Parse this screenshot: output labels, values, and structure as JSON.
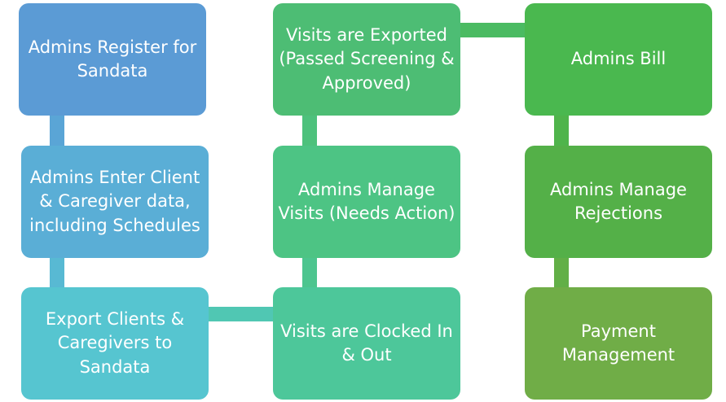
{
  "steps": [
    {
      "label": "Admins Register for Sandata",
      "color": "#5b9bd5"
    },
    {
      "label": "Admins Enter Client & Caregiver data, including Schedules",
      "color": "#5aaed6"
    },
    {
      "label": "Export Clients & Caregivers to Sandata",
      "color": "#56c5d0"
    },
    {
      "label": "Visits are Clocked In & Out",
      "color": "#4dc79a"
    },
    {
      "label": "Admins Manage Visits (Needs Action)",
      "color": "#4dc484"
    },
    {
      "label": "Visits are Exported (Passed Screening & Approved)",
      "color": "#4dbd74"
    },
    {
      "label": "Admins Bill",
      "color": "#4ab84f"
    },
    {
      "label": "Admins Manage Rejections",
      "color": "#54b048"
    },
    {
      "label": "Payment Management",
      "color": "#70ad47"
    }
  ]
}
